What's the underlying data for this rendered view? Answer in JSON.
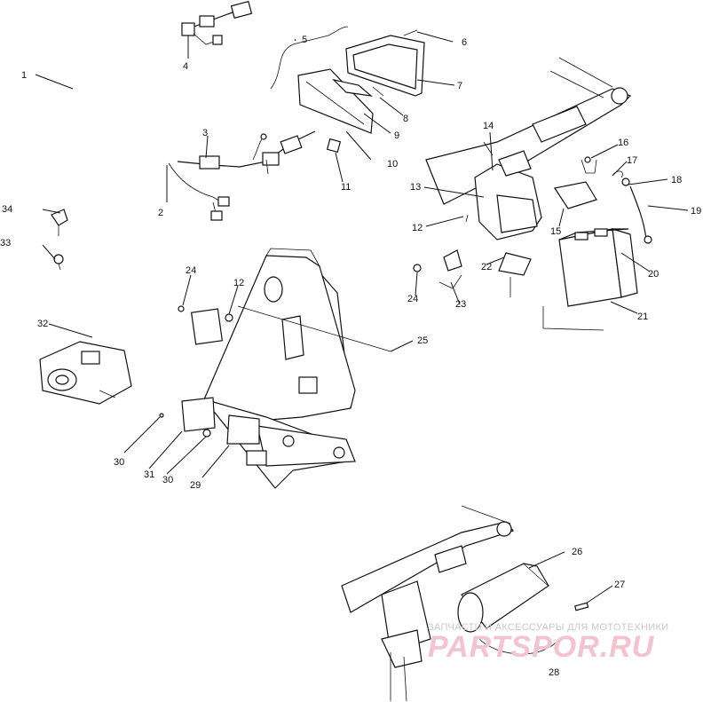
{
  "callouts": [
    "1",
    "2",
    "3",
    "4",
    "5",
    "6",
    "7",
    "8",
    "9",
    "10",
    "11",
    "12",
    "13",
    "14",
    "15",
    "16",
    "17",
    "18",
    "19",
    "20",
    "21",
    "22",
    "23",
    "24",
    "25",
    "26",
    "27",
    "28",
    "29",
    "30",
    "31",
    "33",
    "34",
    "12",
    "24",
    "30",
    "32"
  ],
  "watermark": {
    "caption": "ЗАПЧАСТИ И АКСЕССУАРЫ ДЛЯ МОТОТЕХНИКИ",
    "logo": "PARTSPOR.RU"
  }
}
